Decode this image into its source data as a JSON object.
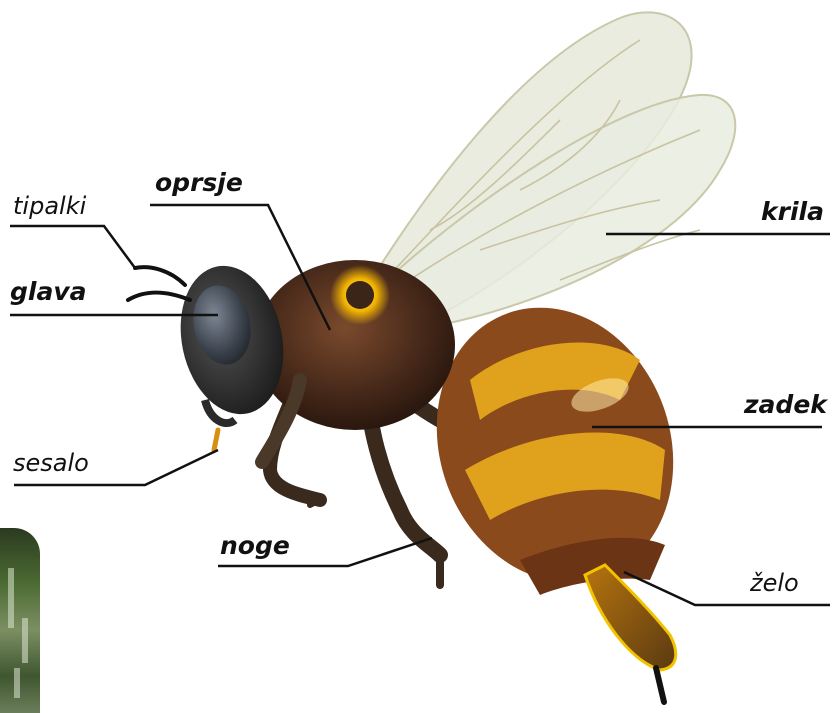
{
  "labels": {
    "tipalki": "tipalki",
    "glava": "glava",
    "oprsje": "oprsje",
    "krila": "krila",
    "zadek": "zadek",
    "sesalo": "sesalo",
    "noge": "noge",
    "zelo": "želo"
  },
  "colors": {
    "leader_line": "#111111",
    "body_dark": "#3b2418",
    "abdomen_brown": "#8a4a1c",
    "abdomen_yellow": "#e0a21c",
    "wing": "#e9ecdf",
    "eye": "#3e4651",
    "pollen_ring": "#f2b400"
  }
}
